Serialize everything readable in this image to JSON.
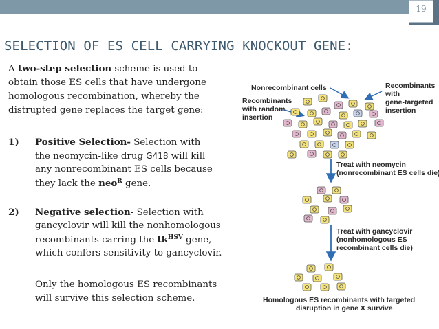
{
  "slide": {
    "number": "19"
  },
  "title": "SELECTION OF ES CELL CARRYING KNOCKOUT GENE:",
  "intro": {
    "line1_a": "A ",
    "line1_bold": "two-step selection",
    "line1_b": " scheme is used to",
    "line2": "obtain those ES cells that have undergone",
    "line3": "homologous recombination, whereby the",
    "line4": "distrupted gene replaces the target gene:"
  },
  "positive": {
    "num": "1)",
    "title": "Positive Selection-",
    "line1_rest": " Selection with",
    "line2_a": "the neomycin-like drug ",
    "line2_drug": "G418",
    "line2_b": " will kill",
    "line3": "any nonrecombinant ES cells because",
    "line4_a": "they lack the ",
    "gene": "neo",
    "gene_sup": "R",
    "line4_b": " gene."
  },
  "negative": {
    "num": "2)",
    "title": "Negative selection",
    "line1_rest": "- Selection with",
    "line2": "gancyclovir will kill the nonhomologous",
    "line3_a": "recombinants carring the ",
    "gene": "tk",
    "gene_sup": "HSV",
    "line3_b": " gene,",
    "line4": "which confers sensitivity to gancyclovir.",
    "survive1": "Only the homologous ES recombinants",
    "survive2": "will survive this selection scheme."
  },
  "figure": {
    "nonrecombinant_label": "Nonrecombinant cells",
    "random_label": [
      "Recombinants",
      "with random",
      "insertion"
    ],
    "targeted_label": [
      "Recombinants",
      "with",
      "gene-targeted",
      "insertion"
    ],
    "neomycin_label": [
      "Treat with neomycin",
      "(nonrecombinant ES cells die)"
    ],
    "gancyclovir_label": [
      "Treat with gancyclovir",
      "(nonhomologous ES",
      "recombinant cells die)"
    ],
    "result_label": [
      "Homologous ES recombinants with targeted",
      "disruption in gene X survive"
    ],
    "colors": {
      "yellow_cell": "#f4e27a",
      "pink_cell": "#e3b8cf",
      "blue_cell": "#c7d4ee",
      "arrow": "#2f6db5",
      "cell_border": "#555555"
    }
  }
}
